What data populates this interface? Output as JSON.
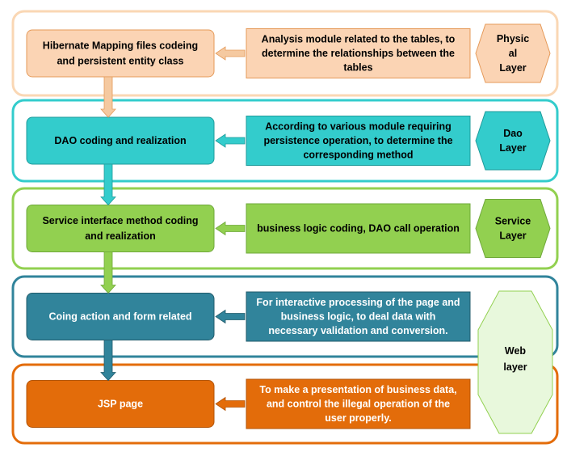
{
  "layers": [
    {
      "id": "physical",
      "left_box": [
        "Hibernate Mapping files codeing",
        "and persistent entity class"
      ],
      "right_box": [
        "Analysis module related to the tables, to",
        "determine the relationships between the",
        "tables"
      ],
      "hex_label": [
        "Physic",
        "al",
        "Layer"
      ],
      "colors": {
        "frame": "#fad7b4",
        "box": "#fbd4b4",
        "box_stroke": "#e59a59",
        "text": "#000000",
        "arrow": "#f5c9a0",
        "hex": "#fbd4b4"
      }
    },
    {
      "id": "dao",
      "left_box": [
        "DAO coding and realization"
      ],
      "right_box": [
        "According to various module requiring",
        "persistence operation, to determine the",
        "corresponding method"
      ],
      "hex_label": [
        "Dao",
        "Layer"
      ],
      "colors": {
        "frame": "#33cccc",
        "box": "#33cccc",
        "box_stroke": "#1f9b9b",
        "text": "#000000",
        "arrow": "#33cccc",
        "hex": "#33cccc"
      }
    },
    {
      "id": "service",
      "left_box": [
        "Service interface method coding",
        "and realization"
      ],
      "right_box": [
        "business logic coding, DAO call operation"
      ],
      "hex_label": [
        "Service",
        "Layer"
      ],
      "colors": {
        "frame": "#92d050",
        "box": "#92d050",
        "box_stroke": "#6fa83a",
        "text": "#000000",
        "arrow": "#92d050",
        "hex": "#92d050"
      }
    },
    {
      "id": "web-action",
      "left_box": [
        "Coing action and form related"
      ],
      "right_box": [
        "For interactive processing of the page and",
        "business logic,  to deal data  with",
        "necessary validation and conversion."
      ],
      "colors": {
        "frame": "#31849b",
        "box": "#31849b",
        "box_stroke": "#215b6b",
        "text": "#ffffff",
        "arrow": "#31849b"
      }
    },
    {
      "id": "web-jsp",
      "left_box": [
        "JSP page"
      ],
      "right_box": [
        "To make a presentation of business data,",
        "and control the illegal operation of the",
        "user properly."
      ],
      "colors": {
        "frame": "#e36c0a",
        "box": "#e36c0a",
        "box_stroke": "#b35408",
        "text": "#ffffff",
        "arrow": "#e36c0a"
      }
    }
  ],
  "web_hex": {
    "label": [
      "Web",
      "layer"
    ],
    "fill": "#e8f8dc",
    "stroke": "#92d050"
  }
}
